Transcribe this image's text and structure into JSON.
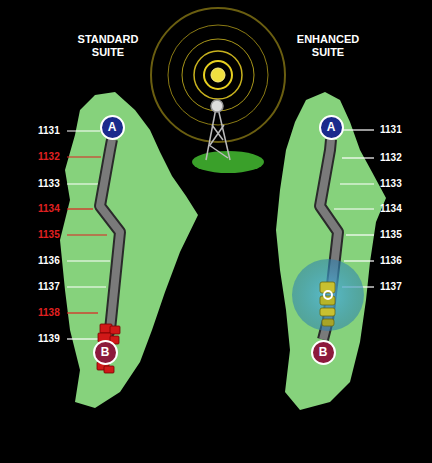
{
  "diagram": {
    "nodes": [
      {
        "text": [
          "A"
        ]
      },
      {
        "text": [
          "B"
        ]
      },
      {
        "text": [
          "A"
        ]
      },
      {
        "text": [
          "B"
        ]
      }
    ],
    "edges": [
      {
        "from": 0,
        "to": 1,
        "arrow": "none"
      },
      {
        "from": 2,
        "to": 3,
        "arrow": "none"
      }
    ],
    "labels": [
      "STANDARD SUITE",
      "ENHANCED SUITE",
      "1131",
      "1132",
      "1133",
      "1134",
      "1135",
      "1136",
      "1137",
      "1138",
      "1139",
      "1131",
      "1132",
      "1133",
      "1134",
      "1135",
      "1136",
      "1137"
    ]
  }
}
